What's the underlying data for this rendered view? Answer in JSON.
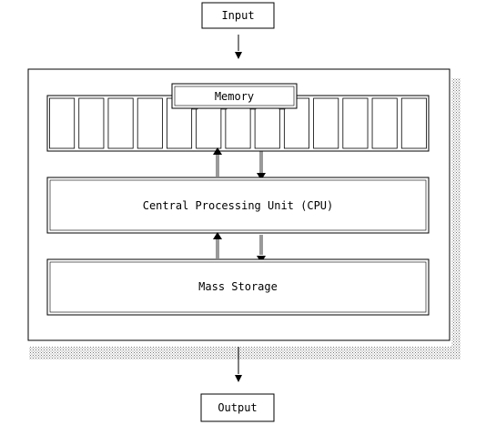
{
  "nodes": {
    "input": "Input",
    "memory": "Memory",
    "cpu": "Central Processing Unit (CPU)",
    "storage": "Mass Storage",
    "output": "Output"
  },
  "memory_cells": 13,
  "colors": {
    "stroke": "#000000",
    "background": "#ffffff",
    "shadow": "#9a9a9a"
  }
}
